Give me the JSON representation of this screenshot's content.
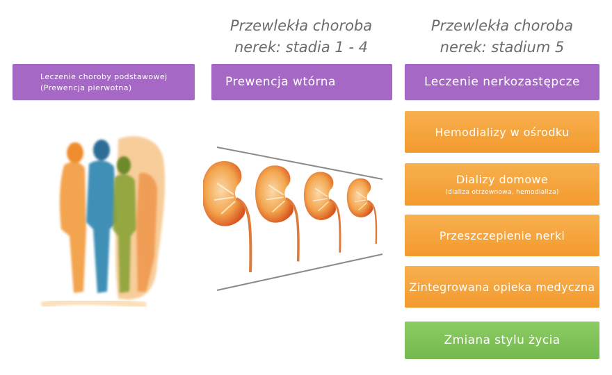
{
  "stages": {
    "ckd_1_4_line1": "Przewlekła choroba",
    "ckd_1_4_line2": "nerek: stadia 1 - 4",
    "ckd_5_line1": "Przewlekła choroba",
    "ckd_5_line2": "nerek: stadium 5"
  },
  "headers": {
    "primary_line1": "Leczenie choroby podstawowej",
    "primary_line2": "(Prewencja pierwotna)",
    "secondary": "Prewencja wtórna",
    "rrt": "Leczenie nerkozastępcze"
  },
  "treatments": [
    {
      "label": "Hemodializy w ośrodku"
    },
    {
      "label": "Dializy domowe",
      "sub": "(dializa otrzewnowa, hemodializa)"
    },
    {
      "label": "Przeszczepienie nerki"
    },
    {
      "label": "Zintegrowana opieka medyczna"
    }
  ],
  "lifestyle": "Zmiana stylu życia",
  "colors": {
    "purple": "#a568c4",
    "orange": "#f5a23a",
    "green": "#7cc057",
    "kidney": "#e9893a",
    "stage_text": "#6b6b6b"
  }
}
